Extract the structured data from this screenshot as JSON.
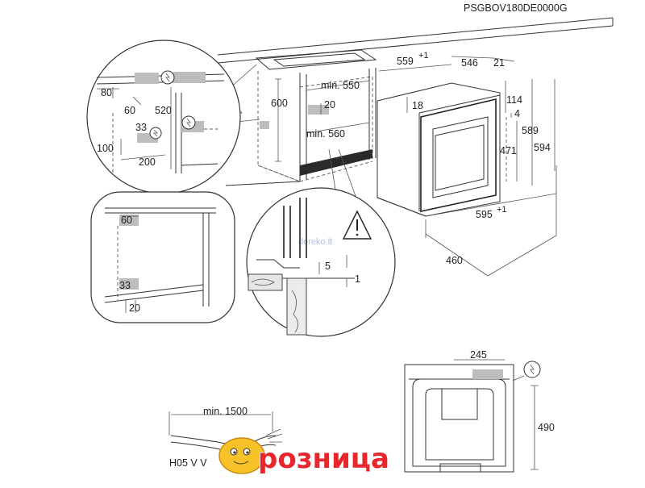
{
  "model_code": "PSGBOV180DE0000G",
  "dimensions": {
    "d559": "559",
    "d559_sup": "+1",
    "d546": "546",
    "d21": "21",
    "d114": "114",
    "d4": "4",
    "d18": "18",
    "d471": "471",
    "d589": "589",
    "d594": "594",
    "d595": "595",
    "d595_sup": "+1",
    "d460": "460",
    "d600": "600",
    "min550": "min. 550",
    "d20_top": "20",
    "min560": "min. 560",
    "d80": "80",
    "d60_top": "60",
    "d520": "520",
    "d33_top": "33",
    "d100": "100",
    "d200": "200",
    "d60_mid": "60",
    "d33_mid": "33",
    "d20_mid": "20",
    "d5": "5",
    "d1": "1",
    "d245": "245",
    "d490": "490",
    "min1500": "min. 1500",
    "cable": "H05 V V"
  },
  "watermark": "dereko.lt",
  "logo": {
    "text": "розница"
  }
}
